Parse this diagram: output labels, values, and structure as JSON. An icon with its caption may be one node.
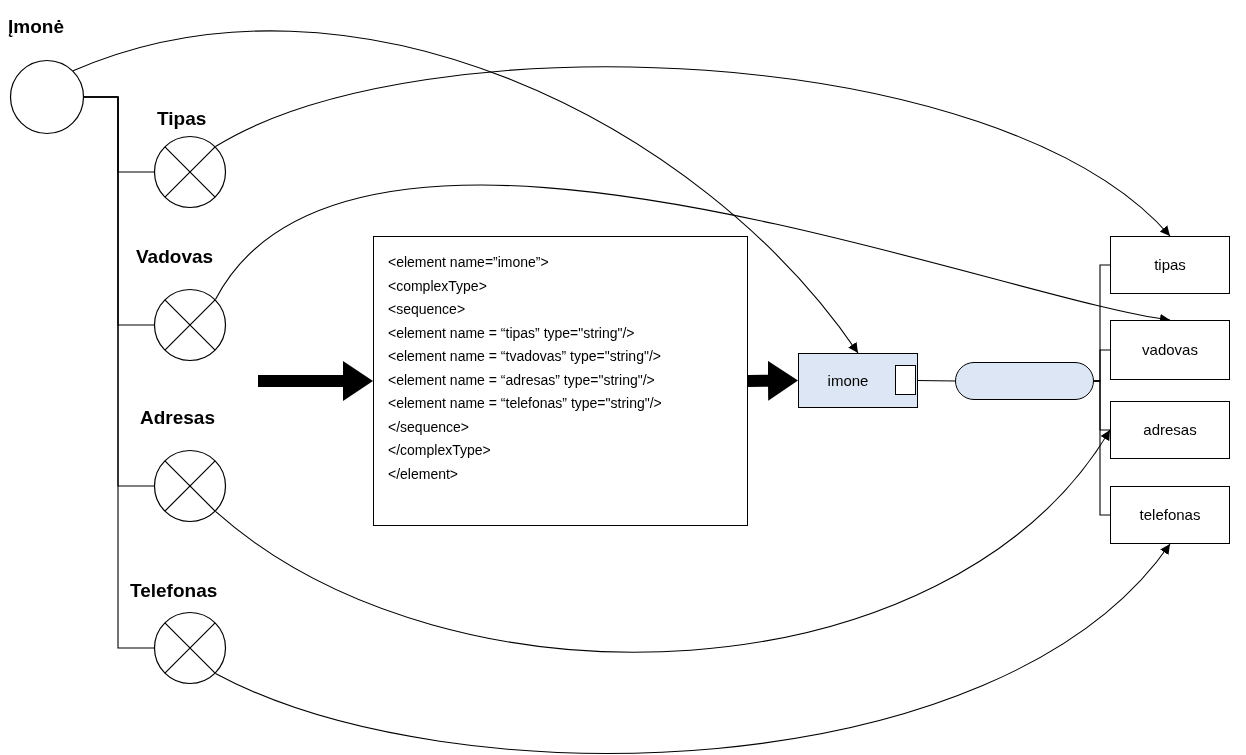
{
  "diagram": {
    "nodes": [
      {
        "text": [
          "Įmonė"
        ]
      },
      {
        "text": [
          "Tipas"
        ]
      },
      {
        "text": [
          "Vadovas"
        ]
      },
      {
        "text": [
          "Adresas"
        ]
      },
      {
        "text": [
          "Telefonas"
        ]
      },
      {
        "text": [
          "<element name=”imone”>",
          "<complexType>",
          "<sequence>",
          "<element name = “tipas” type=\"string\"/>",
          "<element name = “tvadovas” type=\"string\"/>",
          "<element name = “adresas” type=\"string\"/>",
          "<element name = “telefonas” type=\"string\"/>",
          "</sequence>",
          "</complexType>",
          "</element>"
        ]
      },
      {
        "text": [
          "imone"
        ]
      },
      {
        "text": [],
        "shape": "box",
        "in": 6
      },
      {
        "text": [],
        "shape": "pill"
      },
      {
        "text": [
          "tipas"
        ]
      },
      {
        "text": [
          "vadovas"
        ]
      },
      {
        "text": [
          "adresas"
        ]
      },
      {
        "text": [
          "telefonas"
        ]
      }
    ],
    "edges": [
      {
        "from": 0,
        "to": 1,
        "arrow": "none"
      },
      {
        "from": 0,
        "to": 2,
        "arrow": "none"
      },
      {
        "from": 0,
        "to": 3,
        "arrow": "none"
      },
      {
        "from": 0,
        "to": 4,
        "arrow": "none"
      },
      {
        "from": 0,
        "to": 6,
        "arrow": "to"
      },
      {
        "from": 1,
        "to": 9,
        "arrow": "to"
      },
      {
        "from": 2,
        "to": 10,
        "arrow": "to"
      },
      {
        "from": 3,
        "to": 11,
        "arrow": "to"
      },
      {
        "from": 4,
        "to": 12,
        "arrow": "to"
      },
      {
        "from": null,
        "to": 5,
        "arrow": "to",
        "style": "thick"
      },
      {
        "from": 5,
        "to": 6,
        "arrow": "to",
        "style": "thick"
      },
      {
        "from": 7,
        "to": 8,
        "arrow": "none"
      },
      {
        "from": 8,
        "to": 9,
        "arrow": "none"
      },
      {
        "from": 8,
        "to": 10,
        "arrow": "none"
      },
      {
        "from": 8,
        "to": 11,
        "arrow": "none"
      },
      {
        "from": 8,
        "to": 12,
        "arrow": "none"
      }
    ]
  }
}
